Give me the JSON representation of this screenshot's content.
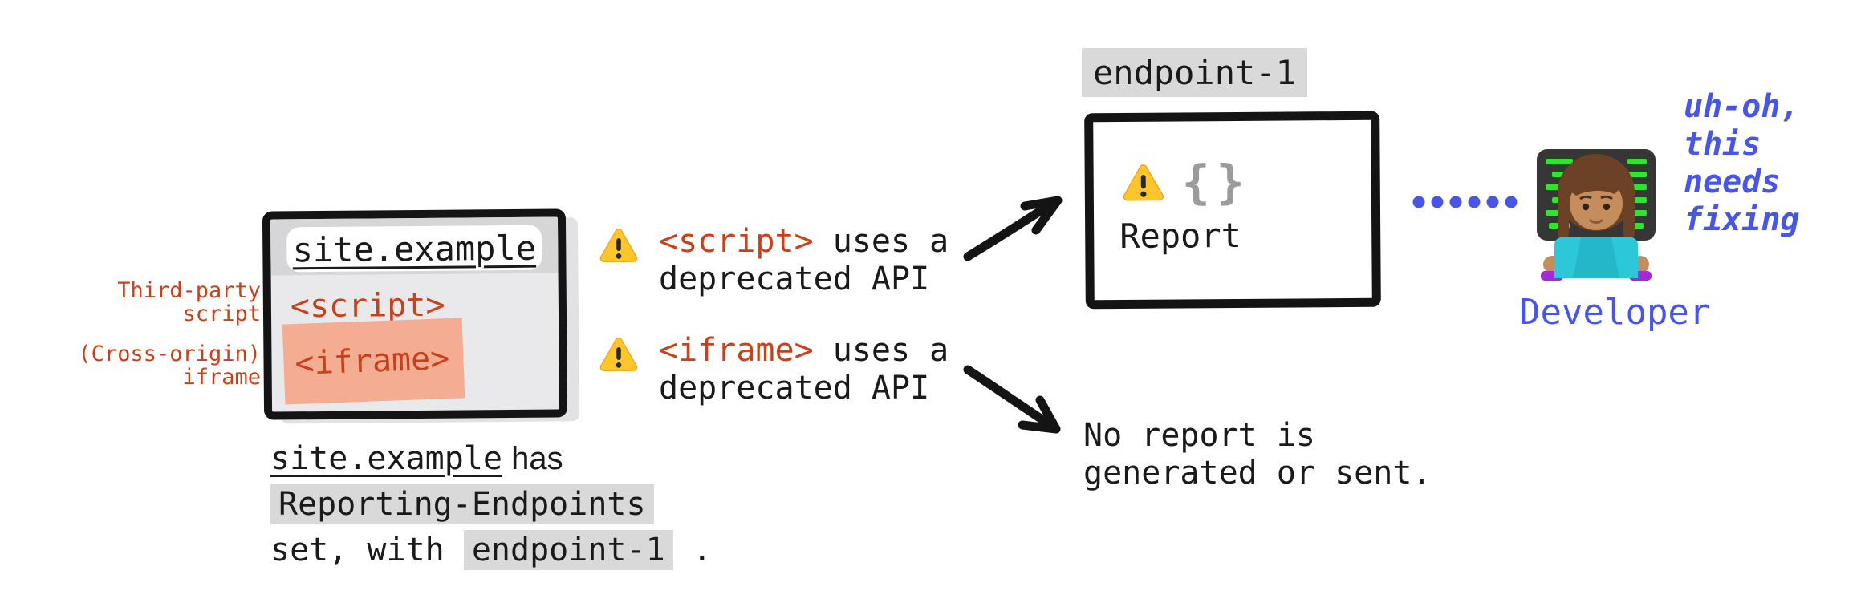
{
  "colors": {
    "red": "#c9411a",
    "salmon_highlight": "#f4ad92",
    "blue": "#4856e8",
    "code_background": "#d9d9d9",
    "warning_yellow": "#ffc62b",
    "brace_gray": "#9b9b9b",
    "ink": "#141414"
  },
  "browser_window": {
    "address": "site.example",
    "script_tag": "<script>",
    "iframe_tag": "<iframe>"
  },
  "side_labels": {
    "third_party_line1": "Third-party",
    "third_party_line2": "script",
    "cross_origin_line1": "(Cross-origin)",
    "cross_origin_line2": "iframe"
  },
  "warnings": {
    "script": {
      "tag": "<script>",
      "line1_rest": " uses a",
      "line2": "deprecated API"
    },
    "iframe": {
      "tag": "<iframe>",
      "line1_rest": " uses a",
      "line2": "deprecated API"
    }
  },
  "caption": {
    "site": "site.example",
    "line1_rest": " has",
    "line2_code": "Reporting-Endpoints",
    "line3_prefix": "set, with ",
    "line3_code": "endpoint-1",
    "line3_suffix": " ."
  },
  "endpoint": {
    "label": "endpoint-1",
    "braces": "{}",
    "report_label": "Report"
  },
  "no_report": {
    "line1": "No report is",
    "line2": "generated or sent."
  },
  "developer": {
    "label": "Developer",
    "thought_line1": "uh-oh,",
    "thought_line2": "this",
    "thought_line3": "needs",
    "thought_line4": "fixing"
  }
}
